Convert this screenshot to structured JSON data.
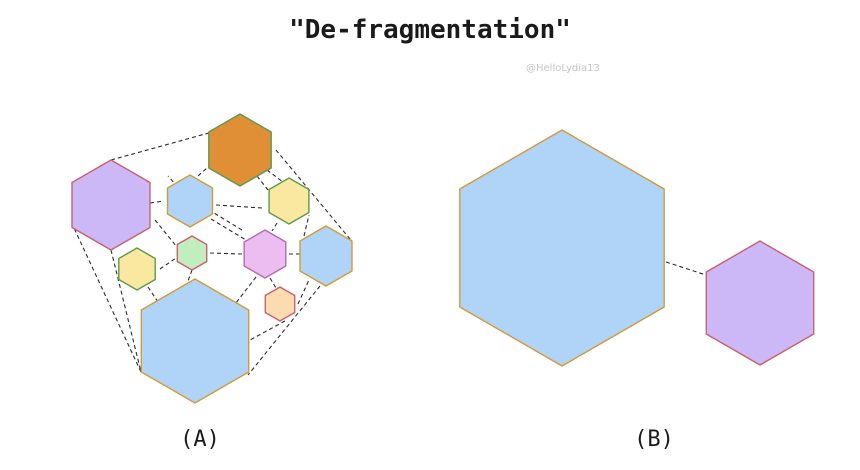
{
  "title": "\"De-fragmentation\"",
  "watermark": "@HelloLydia13",
  "panels": {
    "a": {
      "label": "(A)"
    },
    "b": {
      "label": "(B)"
    }
  },
  "colors": {
    "purple": "#cdb8f7",
    "orange": "#e08f36",
    "blue": "#b0d4f7",
    "yellow": "#fbe8a0",
    "green": "#c2edbf",
    "pink": "#ebbdf1",
    "peach": "#fbdcb0",
    "edge_orange": "#d39a3a",
    "edge_green": "#5c9b4c",
    "edge_red": "#c9606a",
    "edge_purple": "#b56ab2"
  },
  "panel_a_hexagons": [
    {
      "id": "purple",
      "fill": "purple",
      "edge": "edge_red"
    },
    {
      "id": "orange",
      "fill": "orange",
      "edge": "edge_green"
    },
    {
      "id": "blue-small",
      "fill": "blue",
      "edge": "edge_orange"
    },
    {
      "id": "yellow-top-right",
      "fill": "yellow",
      "edge": "edge_green"
    },
    {
      "id": "green-small",
      "fill": "green",
      "edge": "edge_red"
    },
    {
      "id": "pink",
      "fill": "pink",
      "edge": "edge_purple"
    },
    {
      "id": "blue-right",
      "fill": "blue",
      "edge": "edge_orange"
    },
    {
      "id": "yellow-left",
      "fill": "yellow",
      "edge": "edge_green"
    },
    {
      "id": "peach-small",
      "fill": "peach",
      "edge": "edge_red"
    },
    {
      "id": "blue-large",
      "fill": "blue",
      "edge": "edge_orange"
    }
  ],
  "panel_b_hexagons": [
    {
      "id": "blue-merged",
      "fill": "blue",
      "edge": "edge_orange"
    },
    {
      "id": "purple",
      "fill": "purple",
      "edge": "edge_red"
    }
  ]
}
